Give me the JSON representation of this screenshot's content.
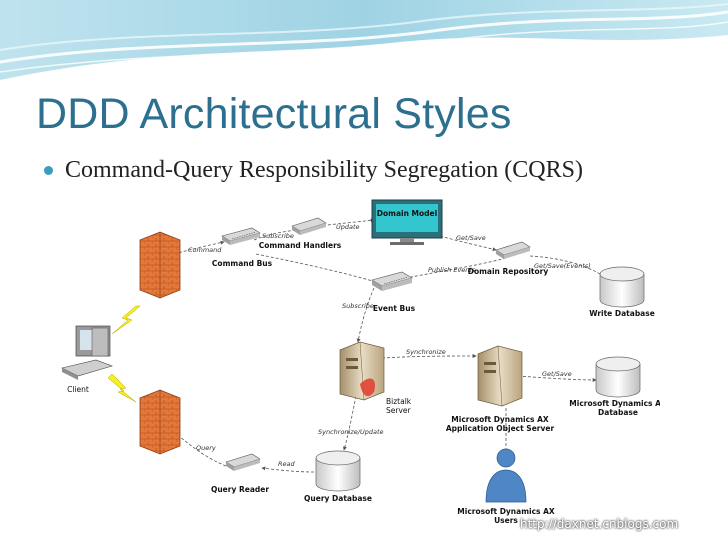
{
  "slide": {
    "title": "DDD Architectural Styles",
    "bullet": "Command-Query Responsibility Segregation (CQRS)",
    "watermark": "http://daxnet.cnblogs.com"
  },
  "theme": {
    "title_color": "#2c6f8e",
    "bullet_color": "#3d9bbf",
    "wave_color": "#9fd3e4"
  },
  "diagram": {
    "nodes": {
      "domain_model": "Domain Model",
      "command_handlers": "Command Handlers",
      "command_bus": "Command Bus",
      "domain_repository": "Domain Repository",
      "write_database": "Write Database",
      "event_bus": "Event Bus",
      "client": "Client",
      "biztalk_server_line1": "Biztalk",
      "biztalk_server_line2": "Server",
      "ax_aos_line1": "Microsoft Dynamics AX",
      "ax_aos_line2": "Application Object Server",
      "ax_database_line1": "Microsoft Dynamics AX",
      "ax_database_line2": "Database",
      "query_reader": "Query Reader",
      "query_database": "Query Database",
      "ax_users_line1": "Microsoft Dynamics AX",
      "ax_users_line2": "Users"
    },
    "edges": {
      "update": "Update",
      "subscribe_top": "Subscribe",
      "command": "Command",
      "get_save": "Get/Save",
      "publish_events": "Publish Events",
      "get_save_events": "Get/Save(Events)",
      "subscribe_bus": "Subscribe",
      "synchronize": "Synchronize",
      "get_save_ax": "Get/Save",
      "synchronize_update": "Synchronize/Update",
      "query": "Query",
      "read": "Read"
    }
  }
}
